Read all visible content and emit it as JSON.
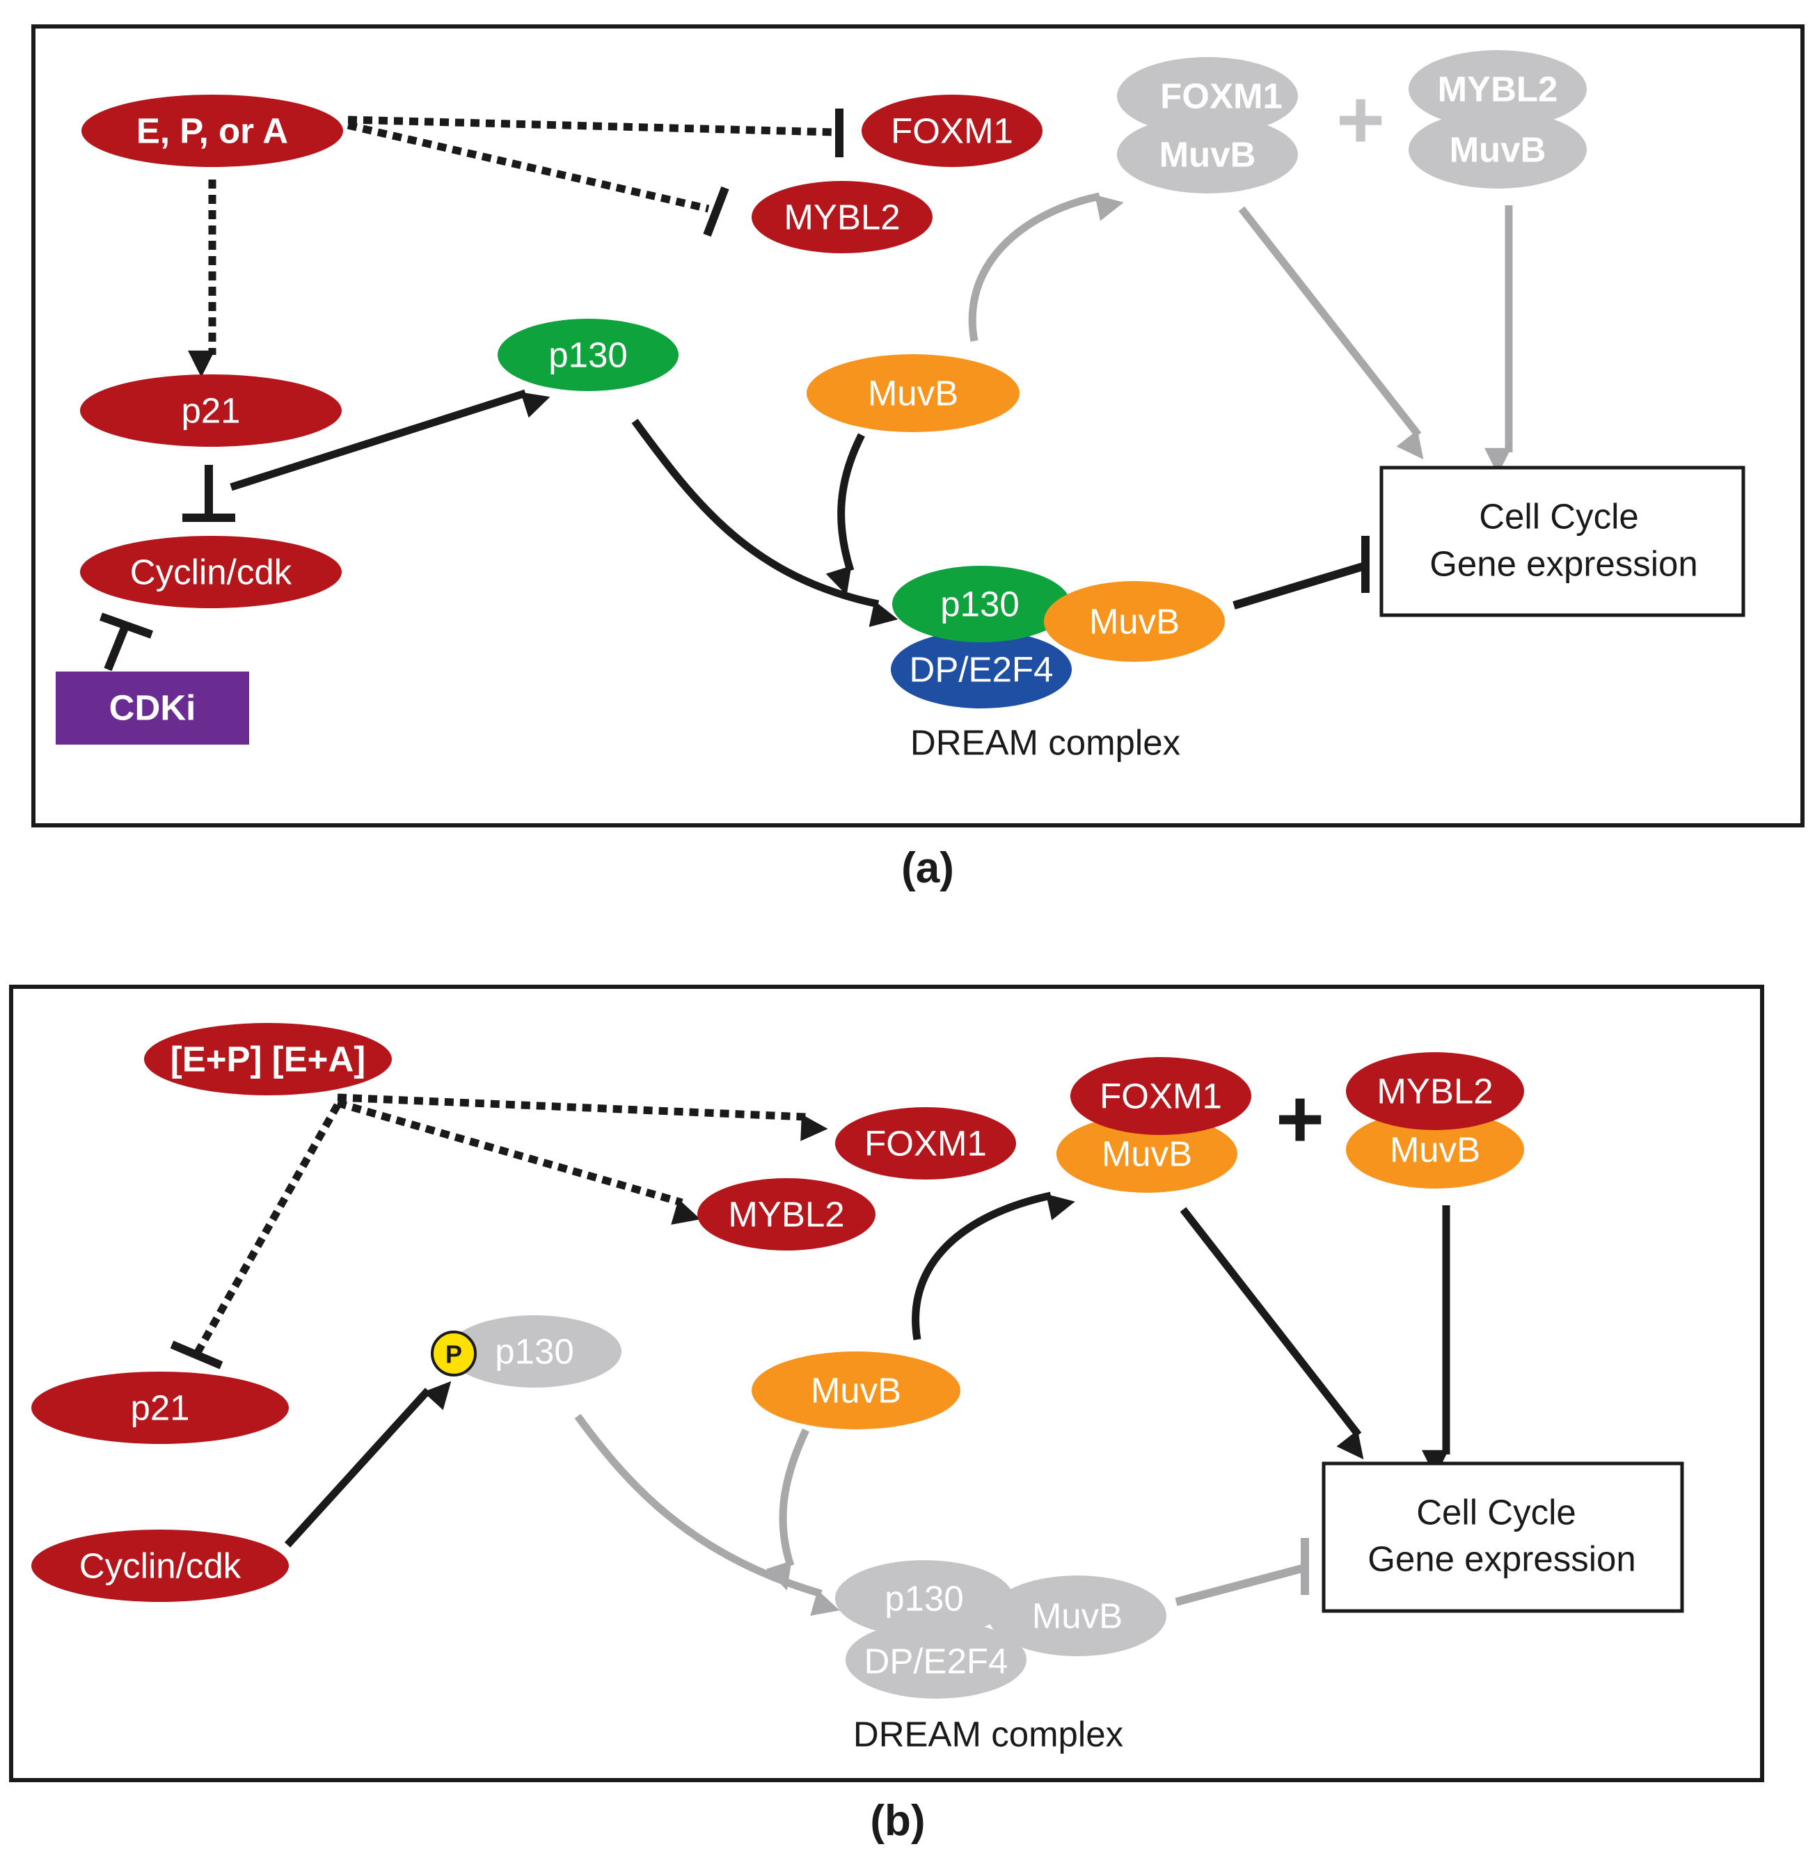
{
  "colors": {
    "red": "#b4161b",
    "green": "#0fa33d",
    "orange": "#f7941d",
    "blue": "#1f4fa3",
    "purple": "#6a2c91",
    "gray": "#c4c4c6",
    "yellow": "#ffe000",
    "black": "#1a1a1a"
  },
  "panel_a": {
    "label": "(a)",
    "epa": "E, P, or A",
    "foxm1": "FOXM1",
    "mybl2": "MYBL2",
    "p21": "p21",
    "cyclin_cdk": "Cyclin/cdk",
    "cdki": "CDKi",
    "p130": "p130",
    "muvb": "MuvB",
    "complex_foxm1": "FOXM1",
    "complex_foxm1_muvb": "MuvB",
    "plus": "+",
    "complex_mybl2": "MYBL2",
    "complex_mybl2_muvb": "MuvB",
    "dream_p130": "p130",
    "dream_muvb": "MuvB",
    "dream_dpe2f4": "DP/E2F4",
    "dream_caption": "DREAM complex",
    "target_line1": "Cell Cycle",
    "target_line2": "Gene expression"
  },
  "panel_b": {
    "label": "(b)",
    "epa": "[E+P] [E+A]",
    "foxm1": "FOXM1",
    "mybl2": "MYBL2",
    "p21": "p21",
    "cyclin_cdk": "Cyclin/cdk",
    "phospho": "P",
    "p130": "p130",
    "muvb": "MuvB",
    "complex_foxm1": "FOXM1",
    "complex_foxm1_muvb": "MuvB",
    "plus": "+",
    "complex_mybl2": "MYBL2",
    "complex_mybl2_muvb": "MuvB",
    "dream_p130": "p130",
    "dream_muvb": "MuvB",
    "dream_dpe2f4": "DP/E2F4",
    "dream_caption": "DREAM complex",
    "target_line1": "Cell Cycle",
    "target_line2": "Gene expression"
  }
}
